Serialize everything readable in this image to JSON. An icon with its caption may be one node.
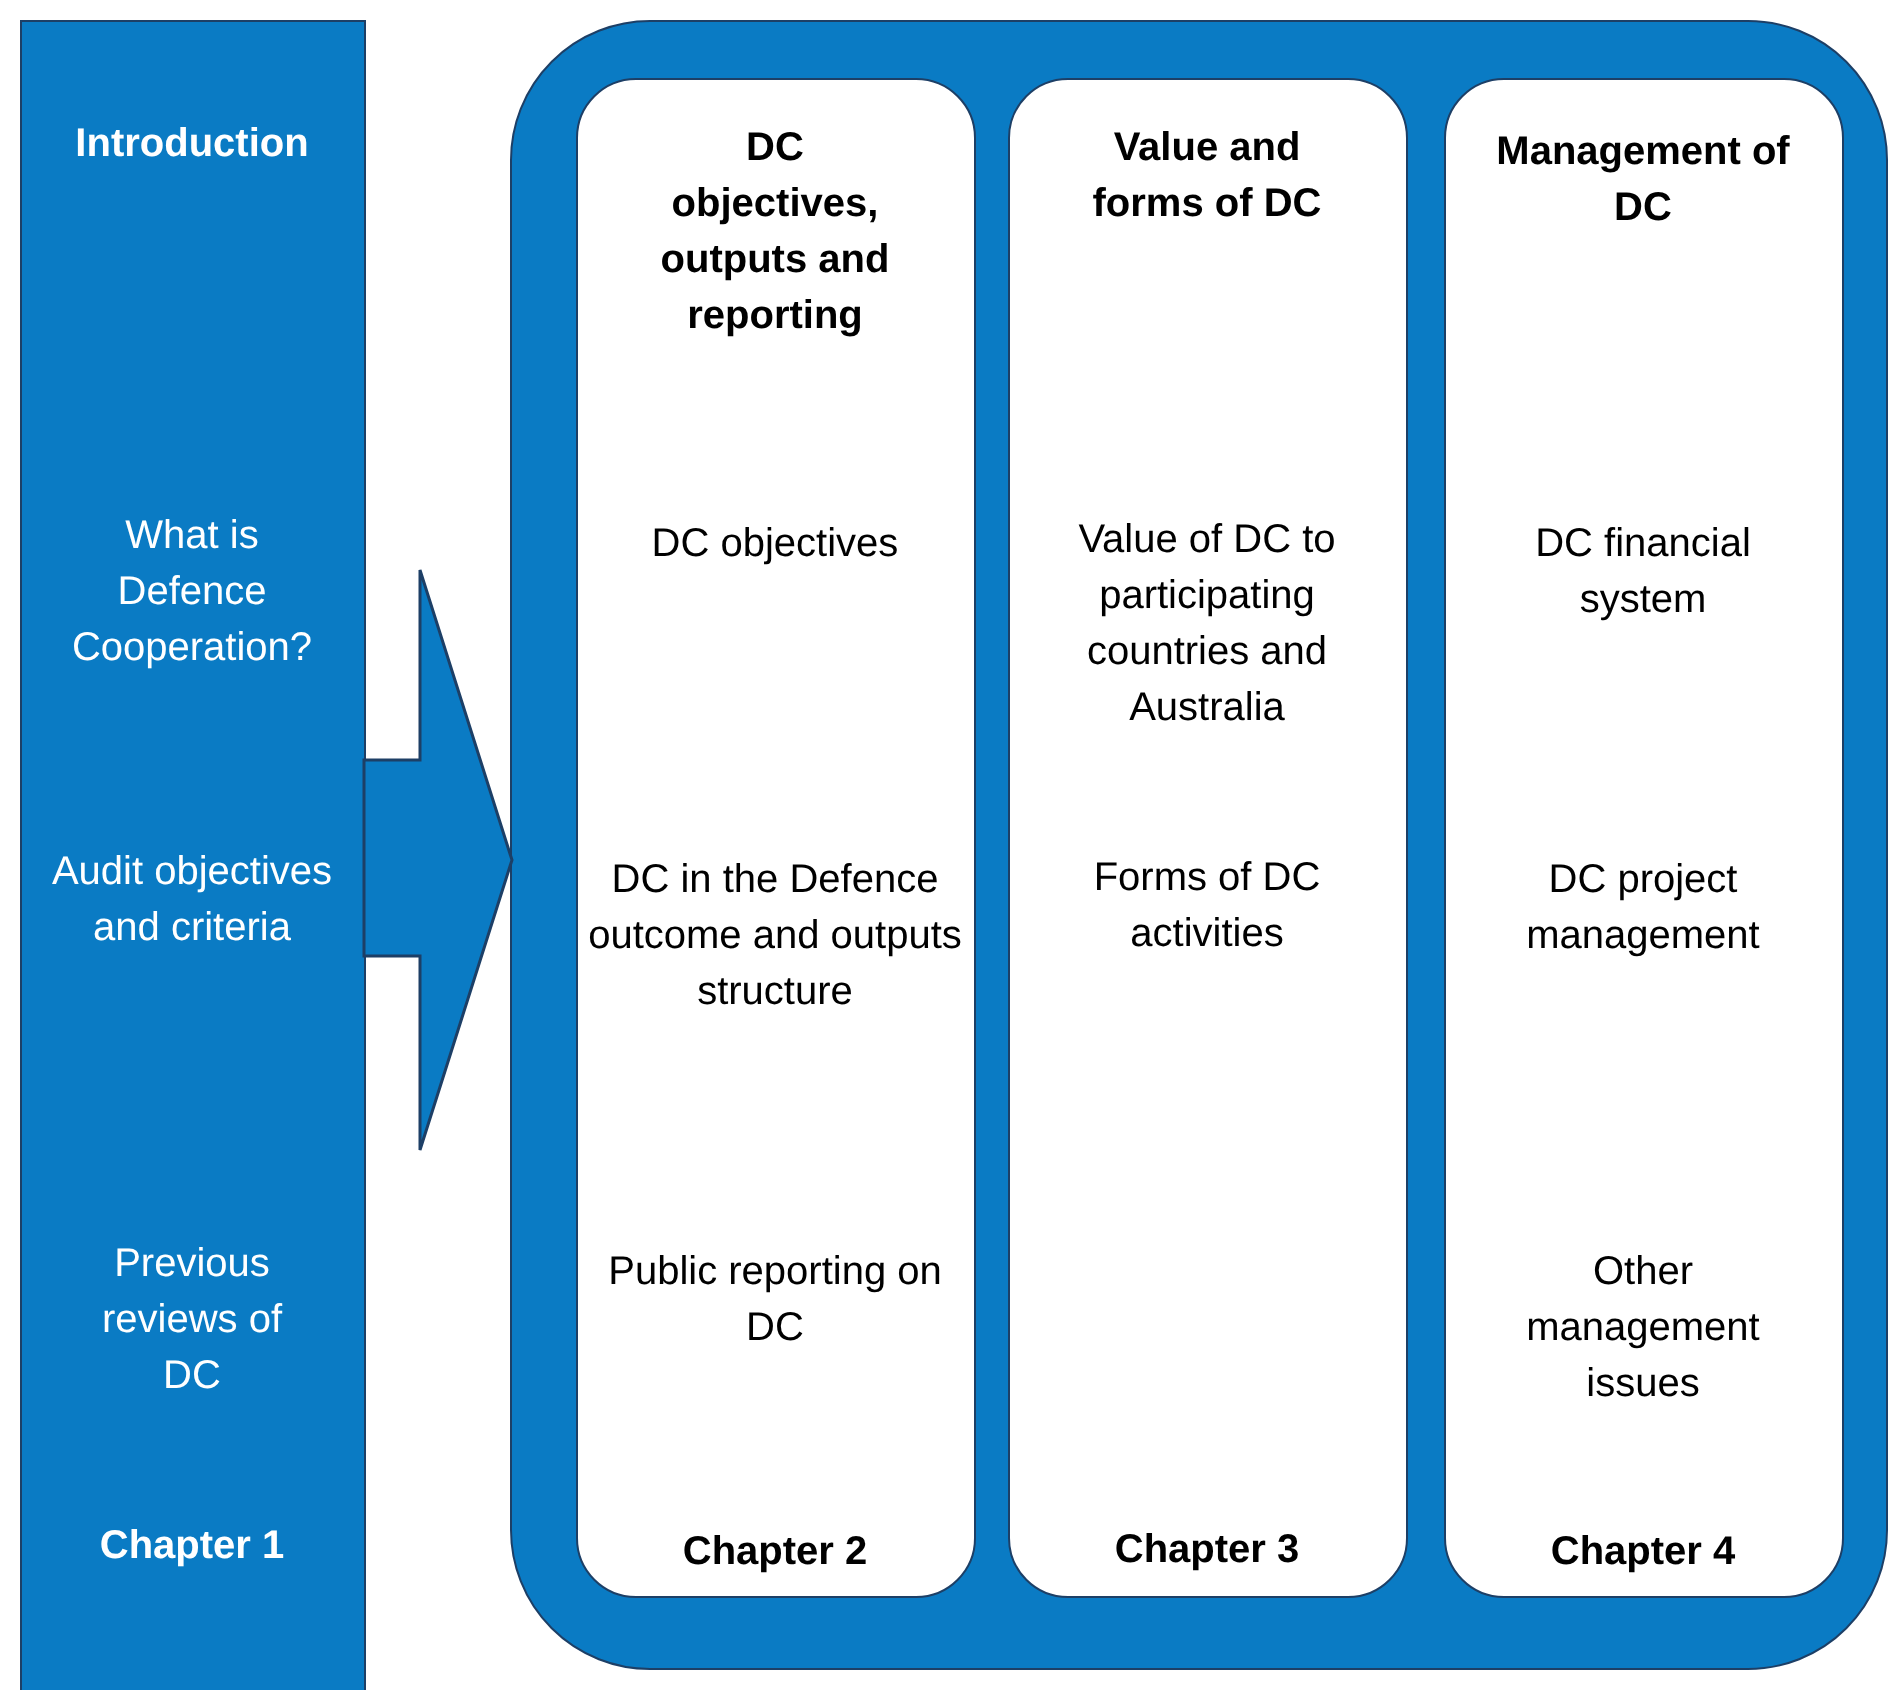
{
  "diagram": {
    "nodes": [
      {
        "text": [
          "Introduction",
          "What is Defence Cooperation?",
          "Audit objectives and criteria",
          "Previous reviews of DC",
          "Chapter 1"
        ]
      },
      {
        "text": [],
        "shape": "box"
      },
      {
        "text": [
          "DC objectives, outputs and reporting",
          "DC objectives",
          "DC in the Defence outcome and outputs structure",
          "Public reporting on DC",
          "Chapter 2"
        ],
        "in": 1
      },
      {
        "text": [
          "Value and forms of DC",
          "Value of DC to participating countries and Australia",
          "Forms of DC activities",
          "Chapter 3"
        ],
        "in": 1
      },
      {
        "text": [
          "Management of DC",
          "DC financial system",
          "DC project management",
          "Other management issues",
          "Chapter 4"
        ],
        "in": 1
      }
    ],
    "edges": [
      {
        "from": 0,
        "to": 1,
        "arrow": "to"
      }
    ]
  }
}
